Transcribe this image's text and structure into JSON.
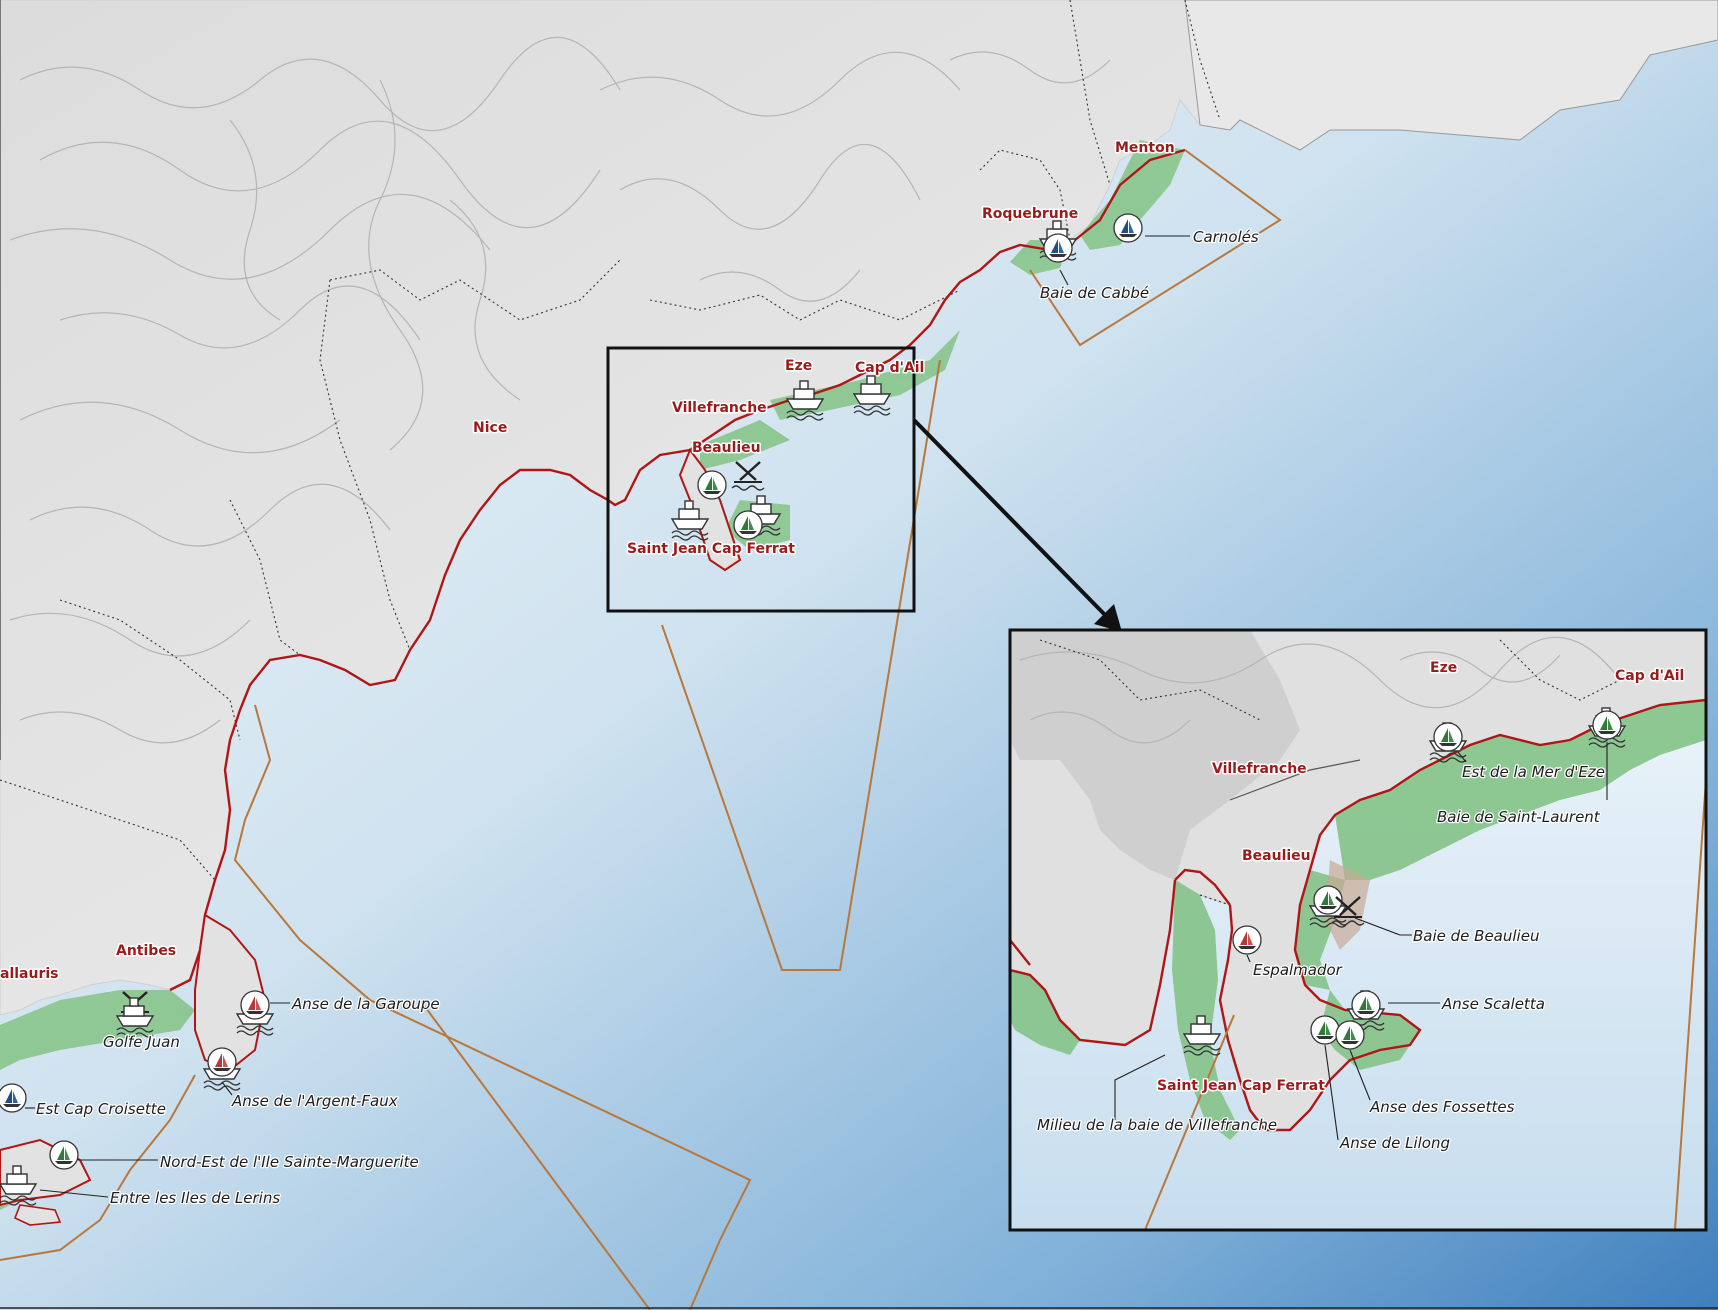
{
  "colors": {
    "sea_deep": "#3f7fbd",
    "sea_light": "#e9f3fa",
    "land": "#e4e4e4",
    "land_ridge": "#c9c9c9",
    "seagrass": "#88c48c",
    "coastline": "#b01616",
    "zone_outline": "#b9773a",
    "town_label": "#9b1b1b"
  },
  "towns": {
    "menton": "Menton",
    "roquebrune": "Roquebrune",
    "nice": "Nice",
    "eze": "Eze",
    "cap_dail": "Cap d'Ail",
    "villefranche": "Villefranche",
    "beaulieu": "Beaulieu",
    "saint_jean": "Saint Jean Cap Ferrat",
    "antibes": "Antibes",
    "vallauris": "allauris"
  },
  "sites": {
    "carnoles": "Carnolés",
    "baie_cabbe": "Baie de Cabbé",
    "anse_garoupe": "Anse de la Garoupe",
    "golfe_juan": "Golfe Juan",
    "anse_argent_faux": "Anse de l'Argent-Faux",
    "est_cap_croisette": "Est Cap Croisette",
    "nord_est_marguerite": "Nord-Est de l'Ile Sainte-Marguerite",
    "entre_iles_lerins": "Entre les Iles de Lerins"
  },
  "inset": {
    "towns": {
      "eze": "Eze",
      "cap_dail": "Cap d'Ail",
      "villefranche": "Villefranche",
      "beaulieu": "Beaulieu",
      "saint_jean": "Saint Jean Cap Ferrat"
    },
    "sites": {
      "est_mer_eze": "Est de la Mer d'Eze",
      "baie_saint_laurent": "Baie de Saint-Laurent",
      "baie_beaulieu": "Baie de Beaulieu",
      "espalmador": "Espalmador",
      "anse_scaletta": "Anse Scaletta",
      "anse_fossettes": "Anse des Fossettes",
      "anse_lilong": "Anse de Lilong",
      "milieu_villefranche": "Milieu de la baie de Villefranche"
    }
  },
  "icons": {
    "anchored_boat": "sailboat-icon",
    "cruise_ship": "ship-icon",
    "wreck": "anchor-wreck-icon"
  }
}
